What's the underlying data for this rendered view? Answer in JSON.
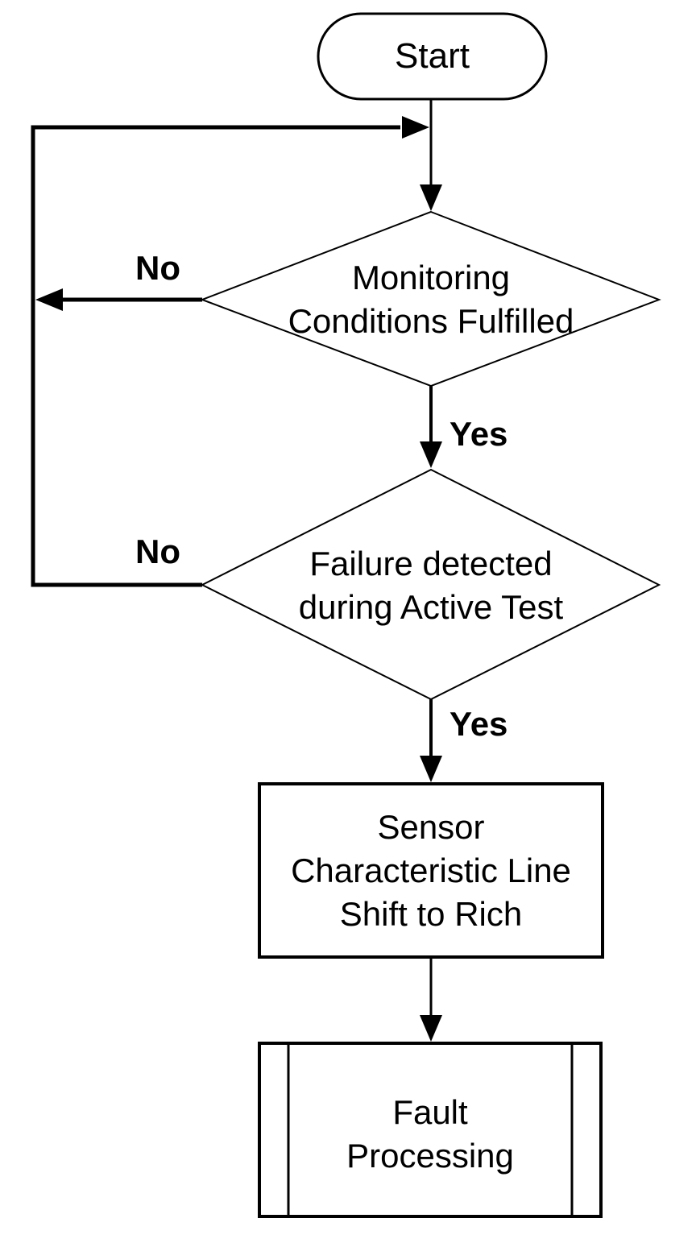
{
  "diagram": {
    "type": "flowchart",
    "colors": {
      "stroke": "#000000",
      "background": "#ffffff",
      "text": "#000000"
    },
    "nodes": {
      "start": {
        "shape": "terminator",
        "label": "Start"
      },
      "decision1": {
        "shape": "decision",
        "lines": [
          "Monitoring",
          "Conditions Fulfilled"
        ]
      },
      "decision2": {
        "shape": "decision",
        "lines": [
          "Failure detected",
          "during Active Test"
        ]
      },
      "process1": {
        "shape": "process",
        "lines": [
          "Sensor",
          "Characteristic Line",
          "Shift to Rich"
        ]
      },
      "process2": {
        "shape": "predefined-process",
        "lines": [
          "Fault",
          "Processing"
        ]
      }
    },
    "edges": {
      "decision1_no_label": "No",
      "decision1_yes_label": "Yes",
      "decision2_no_label": "No",
      "decision2_yes_label": "Yes"
    }
  }
}
